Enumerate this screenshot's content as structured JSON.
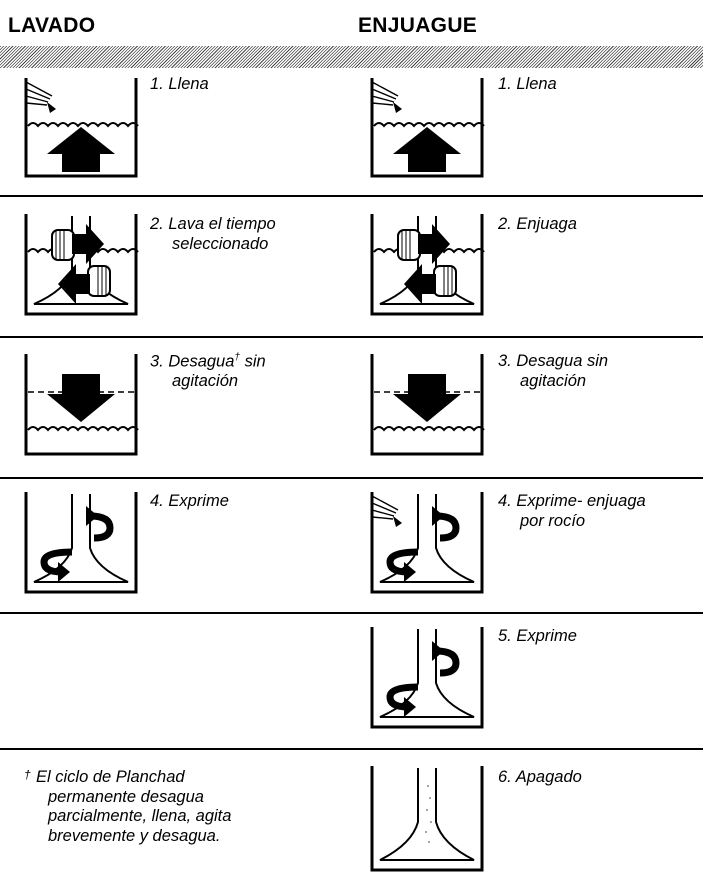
{
  "headers": {
    "wash": "LAVADO",
    "rinse": "ENJUAGUE"
  },
  "wash_steps": [
    {
      "num": "1.",
      "lines": [
        "Llena"
      ],
      "icon": "fill-icon"
    },
    {
      "num": "2.",
      "lines": [
        "Lava el tiempo",
        "seleccionado"
      ],
      "icon": "agitate-icon"
    },
    {
      "num": "3.",
      "lines": [
        "Desagua",
        "agitación"
      ],
      "line1_suffix": " sin",
      "dagger": "†",
      "icon": "drain-icon"
    },
    {
      "num": "4.",
      "lines": [
        "Exprime"
      ],
      "icon": "spin-icon"
    }
  ],
  "rinse_steps": [
    {
      "num": "1.",
      "lines": [
        "Llena"
      ],
      "icon": "fill-icon"
    },
    {
      "num": "2.",
      "lines": [
        "Enjuaga"
      ],
      "icon": "agitate-icon"
    },
    {
      "num": "3.",
      "lines": [
        "Desagua sin",
        "agitación"
      ],
      "icon": "drain-icon"
    },
    {
      "num": "4.",
      "lines": [
        "Exprime- enjuaga",
        "por rocío"
      ],
      "icon": "spray-spin-icon"
    },
    {
      "num": "5.",
      "lines": [
        "Exprime"
      ],
      "icon": "spin-icon"
    },
    {
      "num": "6.",
      "lines": [
        "Apagado"
      ],
      "icon": "off-icon"
    }
  ],
  "footnote": {
    "dagger": "†",
    "lines": [
      "El ciclo de Planchad",
      "permanente desagua",
      "parcialmente, llena, agita",
      "brevemente y desagua."
    ]
  }
}
